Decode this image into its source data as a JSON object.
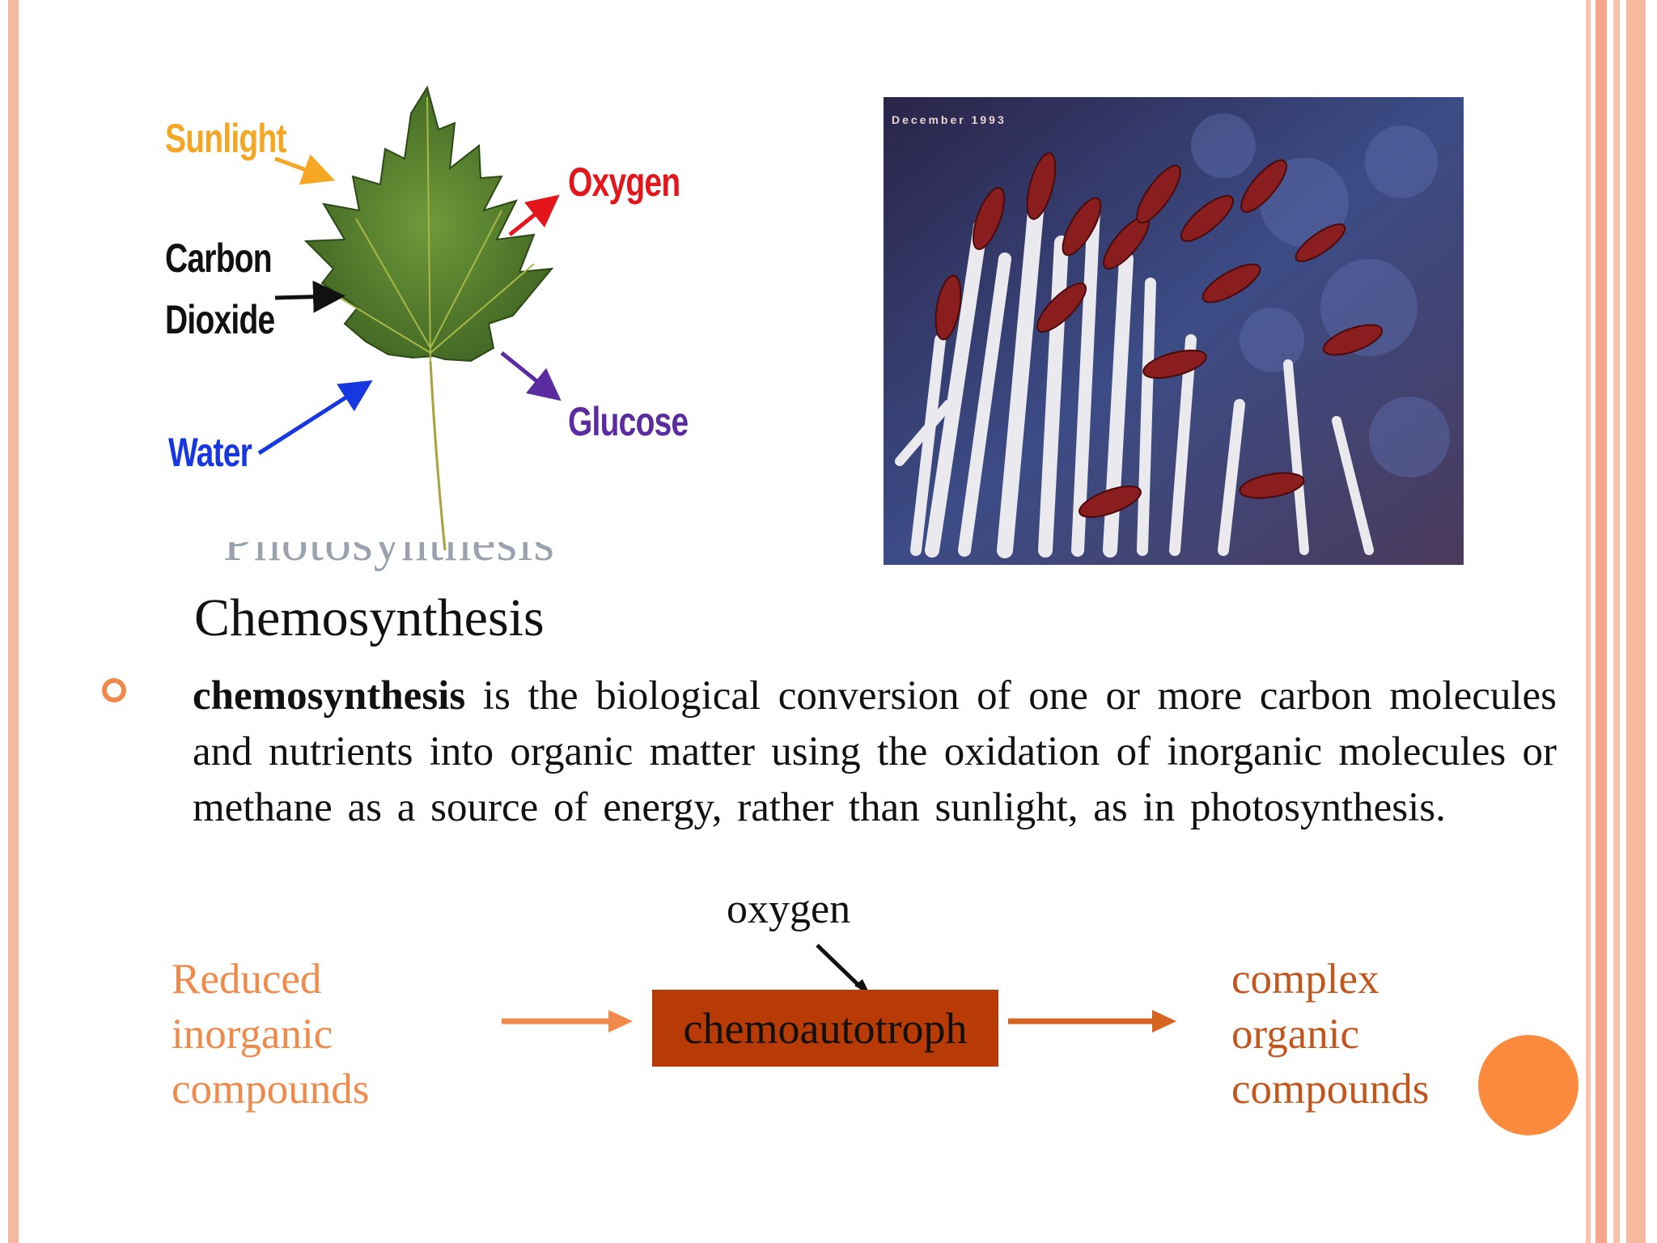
{
  "slide": {
    "leaf_diagram": {
      "labels": {
        "sunlight": "Sunlight",
        "oxygen": "Oxygen",
        "carbon": "Carbon",
        "dioxide": "Dioxide",
        "glucose": "Glucose",
        "water": "Water"
      },
      "colors": {
        "sunlight": "#f5a623",
        "oxygen": "#e4161c",
        "carbon_dioxide": "#111111",
        "glucose": "#5b2ca0",
        "water": "#1737e0",
        "leaf": "#4f7a2a"
      }
    },
    "photo": {
      "date_stamp": "December 1993"
    },
    "ghost_title": "Photosynthesis",
    "title": "Chemosynthesis",
    "body": {
      "term": "chemosynthesis",
      "text": " is the biological conversion of one or more carbon molecules and nutrients into organic matter using the oxidation of inorganic molecules or methane as a source of energy, rather than sunlight, as in photosynthesis."
    },
    "flow": {
      "left_lines": [
        "Reduced",
        "inorganic",
        "compounds"
      ],
      "oxygen": "oxygen",
      "center": "chemoautotroph",
      "right_lines": [
        "complex",
        "organic",
        "compounds"
      ]
    },
    "theme_colors": {
      "accent": "#f08a4b",
      "box": "#b83a05",
      "border": "#f6b9a0"
    }
  }
}
